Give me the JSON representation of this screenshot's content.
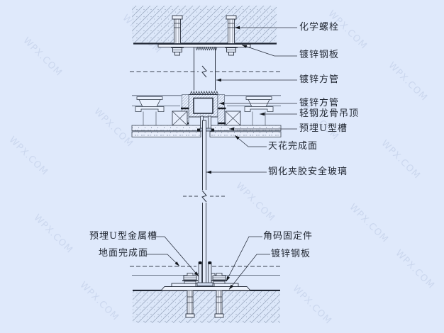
{
  "watermark": {
    "text": "WPX.COM"
  },
  "colors": {
    "background": "#dfe9fb",
    "line_dark": "#1f2633",
    "line_medium": "#2b3240",
    "hatch": "#9fadc4",
    "label_text": "#1f2530"
  },
  "annotations": {
    "chemical_bolt": "化学螺栓",
    "galvanized_steel_plate_top": "镀锌钢板",
    "galvanized_square_tube_upper": "镀锌方管",
    "galvanized_square_tube_lower": "镀锌方管",
    "light_steel_keel_ceiling": "轻钢龙骨吊顶",
    "embedded_u_channel": "预埋U型槽",
    "ceiling_finish_surface": "天花完成面",
    "tempered_laminated_safety_glass": "钢化夹胶安全玻璃",
    "embedded_u_metal_channel": "预埋U型金属槽",
    "floor_finish_surface": "地面完成面",
    "angle_bracket_fixing": "角码固定件",
    "galvanized_steel_plate_bottom": "镀锌钢板"
  }
}
